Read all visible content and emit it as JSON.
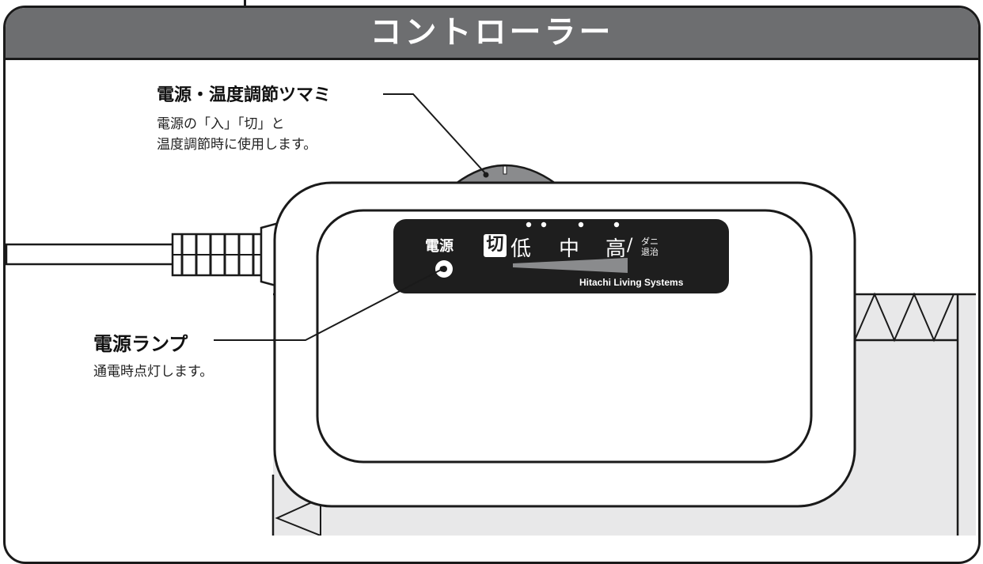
{
  "header": {
    "title": "コントローラー"
  },
  "callouts": {
    "knob": {
      "title": "電源・温度調節ツマミ",
      "desc_line1": "電源の「入」「切」と",
      "desc_line2": "温度調節時に使用します。"
    },
    "lamp": {
      "title": "電源ランプ",
      "desc": "通電時点灯します。"
    }
  },
  "panel_face": {
    "power_label": "電源",
    "off_label": "切",
    "low_label": "低",
    "mid_label": "中",
    "high_label": "高",
    "slash": "/",
    "mite_top": "ダニ",
    "mite_bottom": "退治",
    "brand": "Hitachi Living Systems"
  },
  "colors": {
    "header_bg": "#6d6e70",
    "outline": "#1a1a1a",
    "face_panel": "#1e1e1e",
    "mat_fill": "#e8e8e9",
    "knob_fill": "#8a8b8d",
    "wedge_fill": "#8a8b8d"
  }
}
